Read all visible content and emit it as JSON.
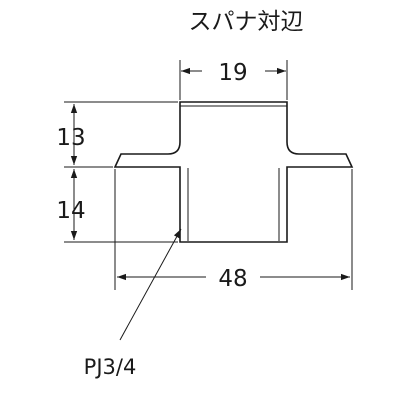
{
  "title": "スパナ対辺",
  "dimensions": {
    "wrench_flat": "19",
    "upper_height": "13",
    "lower_height": "14",
    "flange_width": "48"
  },
  "thread_label": "PJ3/4"
}
